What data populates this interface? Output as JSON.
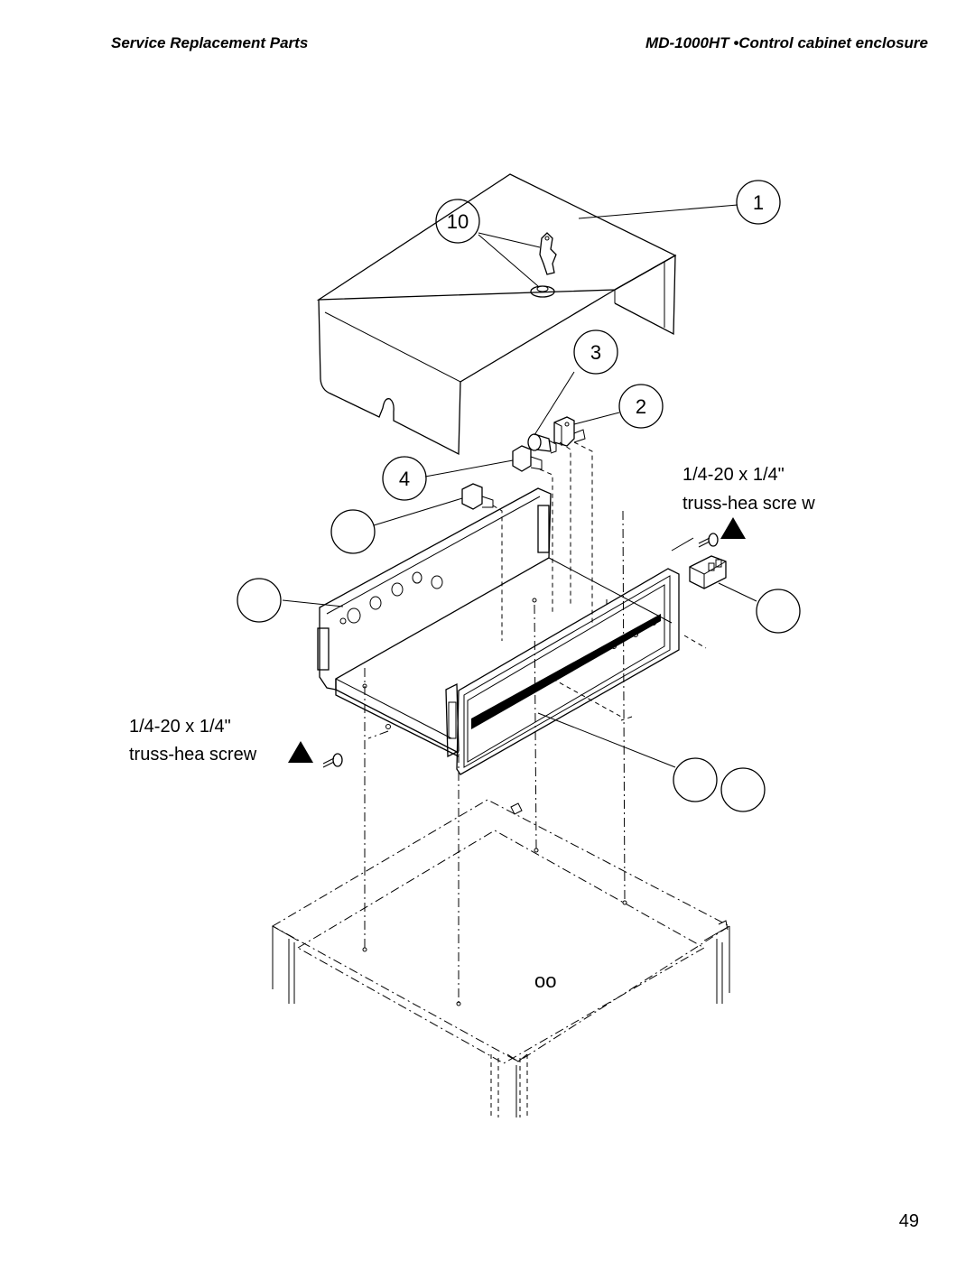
{
  "header": {
    "left": "Service Replacement Parts",
    "right": "MD-1000HT •Control cabinet enclosure"
  },
  "callouts": {
    "c1": "1",
    "c10": "10",
    "c3": "3",
    "c2": "2",
    "c4": "4",
    "blank_a": "",
    "blank_b": "",
    "blank_c": "",
    "blank_d": "",
    "blank_e": ""
  },
  "notes": {
    "right_line1": "1/4-20 x 1/4\"",
    "right_line2": "truss-hea  scre w",
    "left_line1": "1/4-20 x 1/4\"",
    "left_line2": "truss-hea  screw"
  },
  "stand_mark": "oo",
  "page_number": "49",
  "icons": {
    "warning": "triangle-icon"
  }
}
